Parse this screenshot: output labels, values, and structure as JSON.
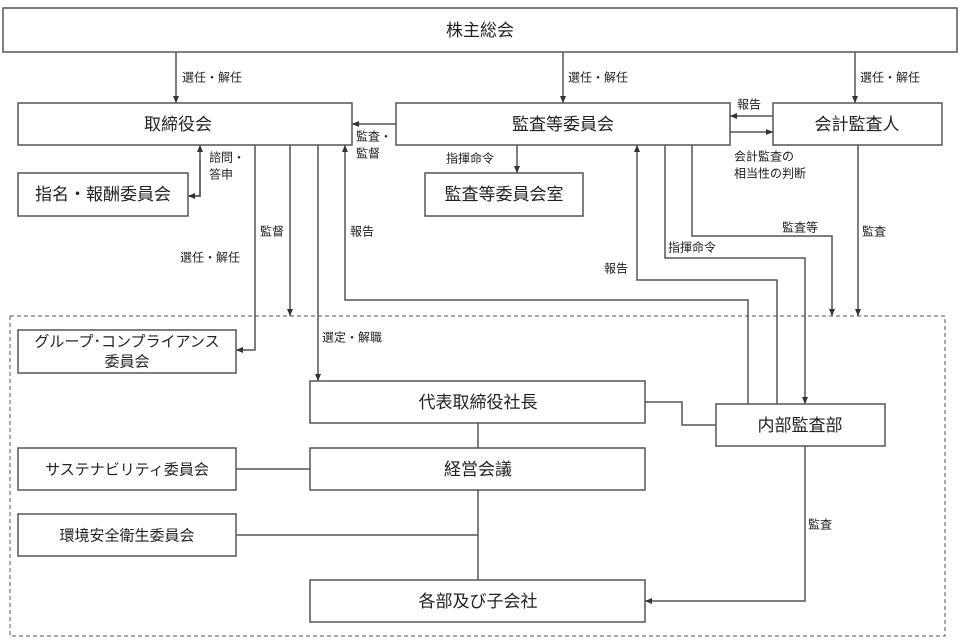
{
  "nodes": {
    "shareholders": "株主総会",
    "board": "取締役会",
    "audit_committee": "監査等委員会",
    "accounting_auditor": "会計監査人",
    "nomination_committee": "指名・報酬委員会",
    "audit_committee_office": "監査等委員会室",
    "compliance_committee_line1": "グループ･コンプライアンス",
    "compliance_committee_line2": "委員会",
    "president": "代表取締役社長",
    "internal_audit": "内部監査部",
    "sustainability_committee": "サステナビリティ委員会",
    "management_meeting": "経営会議",
    "ehs_committee": "環境安全衛生委員会",
    "departments": "各部及び子会社"
  },
  "labels": {
    "elect_dismiss": "選任・解任",
    "audit_supervise_1": "監査・",
    "audit_supervise_2": "監督",
    "report": "報告",
    "accounting_judgement_1": "会計監査の",
    "accounting_judgement_2": "相当性の判断",
    "command": "指揮命令",
    "consult_1": "諮問・",
    "consult_2": "答申",
    "supervise": "監督",
    "select_remove": "選定・解職",
    "audit_etc": "監査等",
    "audit": "監査"
  }
}
